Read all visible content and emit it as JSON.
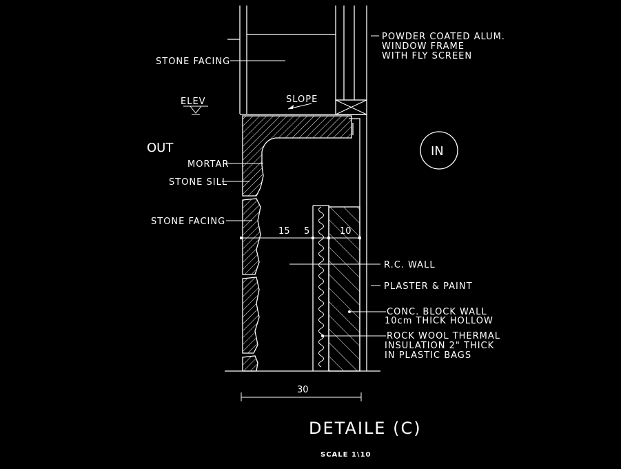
{
  "labels": {
    "powder_line1": "POWDER COATED ALUM.",
    "powder_line2": "WINDOW FRAME",
    "powder_line3": "WITH FLY SCREEN",
    "stone_facing_top": "STONE FACING",
    "elev": "ELEV",
    "slope": "SLOPE",
    "out": "OUT",
    "in": "IN",
    "mortar": "MORTAR",
    "stone_sill": "STONE SILL",
    "stone_facing_mid": "STONE FACING",
    "rc_wall": "R.C. WALL",
    "plaster": "PLASTER & PAINT",
    "conc_line1": "CONC. BLOCK WALL",
    "conc_line2": "10cm THICK   HOLLOW",
    "rock_line1": "ROCK WOOL THERMAL",
    "rock_line2": "INSULATION 2\" THICK",
    "rock_line3": "IN PLASTIC BAGS"
  },
  "dimensions": {
    "d15": "15",
    "d5": "5",
    "d10": "10",
    "total": "30"
  },
  "title": {
    "main": "DETAILE (C)",
    "scale": "SCALE 1\\10"
  }
}
